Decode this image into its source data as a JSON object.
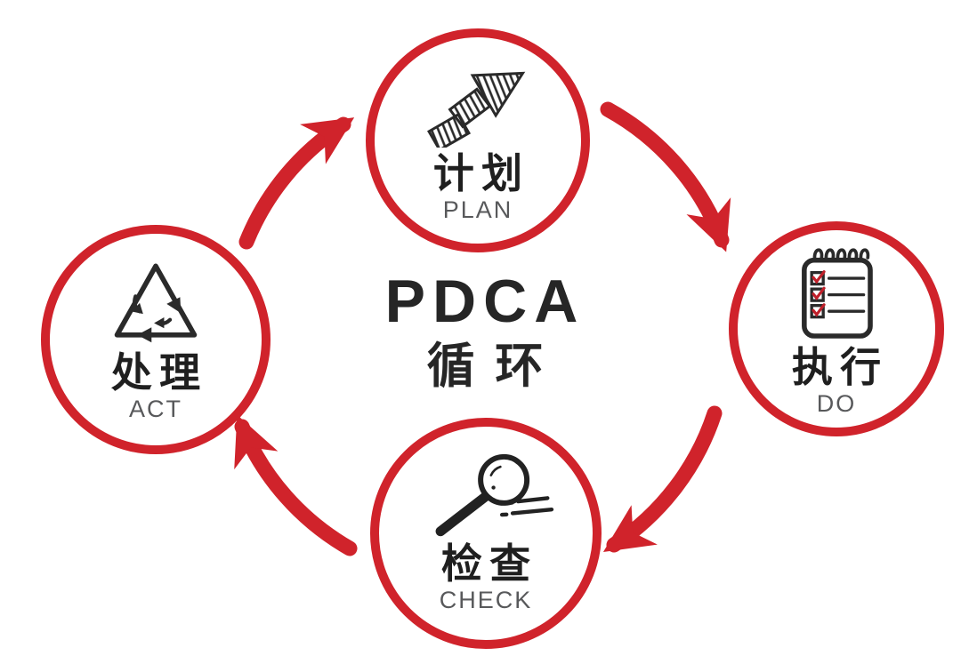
{
  "center": {
    "title": "PDCA",
    "subtitle": "循环"
  },
  "nodes": [
    {
      "id": "plan",
      "label_zh": "计划",
      "label_en": "PLAN",
      "icon": "rising-arrow-icon"
    },
    {
      "id": "do",
      "label_zh": "执行",
      "label_en": "DO",
      "icon": "checklist-notepad-icon"
    },
    {
      "id": "check",
      "label_zh": "检查",
      "label_en": "CHECK",
      "icon": "magnifying-glass-icon"
    },
    {
      "id": "act",
      "label_zh": "处理",
      "label_en": "ACT",
      "icon": "recycle-triangle-icon"
    }
  ],
  "cycle_order": [
    "PLAN",
    "DO",
    "CHECK",
    "ACT"
  ],
  "colors": {
    "accent_red": "#d0232b",
    "icon_black": "#2a2a2a",
    "label_black": "#1f1f1f",
    "label_gray": "#58595b",
    "background": "#ffffff"
  }
}
